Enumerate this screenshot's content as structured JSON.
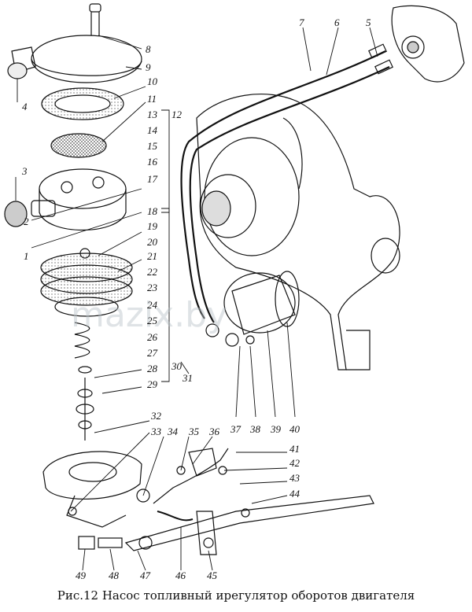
{
  "caption": "Рис.12 Насос топливный ирегулятор оборотов двигателя",
  "watermark": "mazix.by",
  "callouts": [
    "1",
    "2",
    "3",
    "4",
    "5",
    "6",
    "7",
    "8",
    "9",
    "10",
    "11",
    "12",
    "13",
    "14",
    "15",
    "16",
    "17",
    "18",
    "19",
    "20",
    "21",
    "22",
    "23",
    "24",
    "25",
    "26",
    "27",
    "28",
    "29",
    "30",
    "31",
    "32",
    "33",
    "34",
    "35",
    "36",
    "37",
    "38",
    "39",
    "40",
    "41",
    "42",
    "43",
    "44",
    "45",
    "46",
    "47",
    "48",
    "49"
  ]
}
